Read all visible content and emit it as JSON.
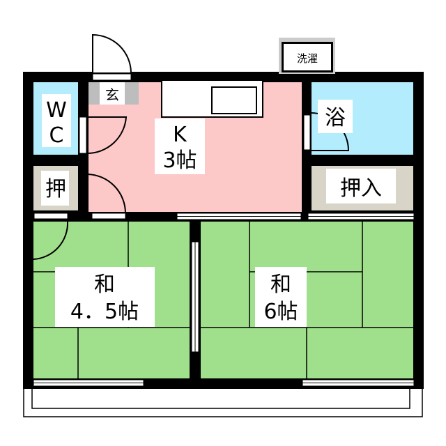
{
  "rooms": {
    "wc": {
      "line1": "W",
      "line2": "C"
    },
    "closet_left": {
      "label": "押"
    },
    "entrance": {
      "label": "玄"
    },
    "kitchen": {
      "line1": "K",
      "line2": "3帖"
    },
    "bath": {
      "label": "浴"
    },
    "closet_right": {
      "label": "押入"
    },
    "washer": {
      "label": "洗濯"
    },
    "washitsu_left": {
      "line1": "和",
      "line2": "4．5帖"
    },
    "washitsu_right": {
      "line1": "和",
      "line2": "6帖"
    }
  },
  "colors": {
    "wall": "#000000",
    "wet_area": "#b3ecfc",
    "closet": "#d8d4c8",
    "kitchen": "#fcc8c8",
    "tatami": "#a0e08c",
    "entrance": "#bdbdbd"
  }
}
